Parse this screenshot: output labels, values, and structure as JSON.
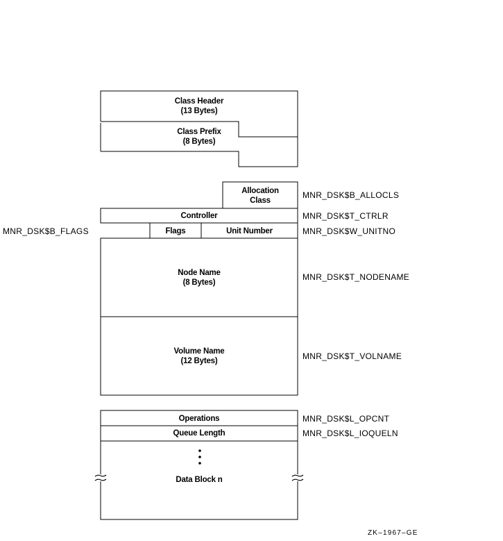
{
  "diagram": {
    "sections": [
      {
        "id": "class-section",
        "fields": [
          {
            "name": "class-header",
            "label_line1": "Class Header",
            "label_line2": "(13 Bytes)"
          },
          {
            "name": "class-prefix",
            "label_line1": "Class Prefix",
            "label_line2": "(8 Bytes)"
          }
        ]
      },
      {
        "id": "disk-section",
        "fields": [
          {
            "name": "allocation-class",
            "label_line1": "Allocation",
            "label_line2": "Class",
            "symbol": "MNR_DSK$B_ALLOCLS"
          },
          {
            "name": "controller",
            "label": "Controller",
            "symbol": "MNR_DSK$T_CTRLR"
          },
          {
            "name": "flags",
            "label": "Flags",
            "symbol": "MNR_DSK$B_FLAGS"
          },
          {
            "name": "unit-number",
            "label": "Unit Number",
            "symbol": "MNR_DSK$W_UNITNO"
          },
          {
            "name": "node-name",
            "label_line1": "Node Name",
            "label_line2": "(8 Bytes)",
            "symbol": "MNR_DSK$T_NODENAME"
          },
          {
            "name": "volume-name",
            "label_line1": "Volume Name",
            "label_line2": "(12 Bytes)",
            "symbol": "MNR_DSK$T_VOLNAME"
          }
        ]
      },
      {
        "id": "data-section",
        "fields": [
          {
            "name": "operations",
            "label": "Operations",
            "symbol": "MNR_DSK$L_OPCNT"
          },
          {
            "name": "queue-length",
            "label": "Queue Length",
            "symbol": "MNR_DSK$L_IOQUELN"
          },
          {
            "name": "data-block-n",
            "label": "Data Block n",
            "continuation": "ellipsis-vertical",
            "break_marks": "wavy-break"
          }
        ]
      }
    ],
    "figure_id": "ZK–1967–GE"
  }
}
